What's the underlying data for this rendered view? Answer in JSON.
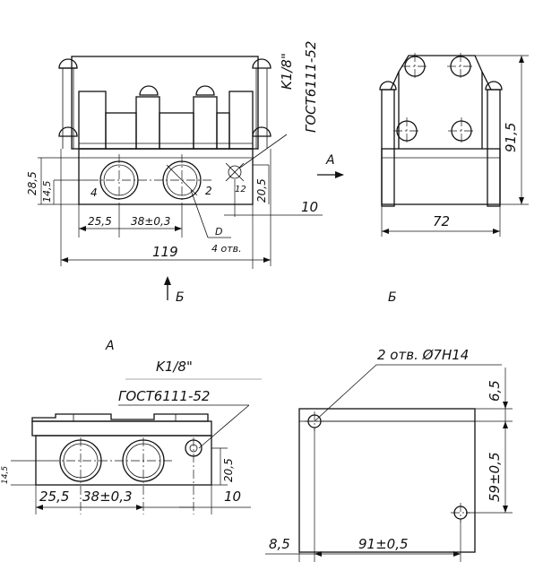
{
  "views": {
    "front": {
      "thread_label": "K1/8\"",
      "standard_label": "ГОСТ6111-52",
      "direction_a": "A",
      "direction_b": "Б",
      "port_4": "4",
      "port_2": "2",
      "port_d": "D",
      "dim_12": "12",
      "dim_28_5": "28,5",
      "dim_14_5": "14,5",
      "dim_20_5": "20,5",
      "dim_10": "10",
      "dim_25_5": "25,5",
      "dim_38": "38±0,3",
      "dim_119": "119",
      "holes_note": "4 отв."
    },
    "side": {
      "title": "Б",
      "dim_91_5": "91,5",
      "dim_72": "72"
    },
    "view_a": {
      "title": "A",
      "thread_label": "K1/8\"",
      "standard_label": "ГОСТ6111-52",
      "dim_25_5": "25,5",
      "dim_38": "38±0,3",
      "dim_20_5": "20,5",
      "dim_10": "10",
      "dim_partial": "14,5"
    },
    "mount": {
      "holes_note": "2 отв. Ø7H14",
      "dim_6_5": "6,5",
      "dim_59": "59±0,5",
      "dim_8_5": "8,5",
      "dim_91": "91±0,5"
    }
  }
}
